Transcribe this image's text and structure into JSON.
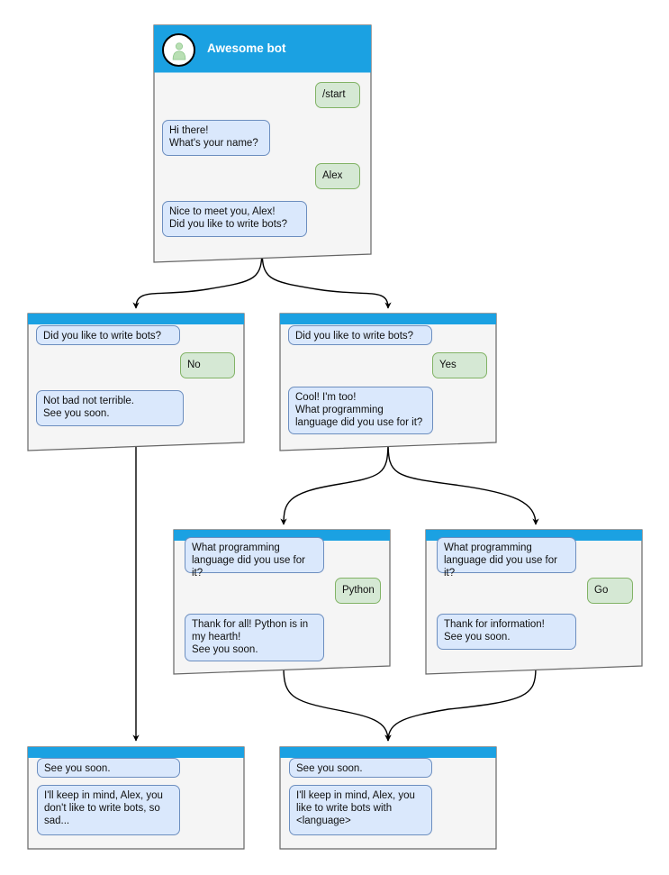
{
  "diagram": {
    "type": "bot-conversation-flowchart",
    "colors": {
      "titlebar": "#1ba1e2",
      "window_body": "#f5f5f5",
      "window_border": "#666666",
      "bot_bubble_fill": "#dae8fc",
      "bot_bubble_stroke": "#6c8ebf",
      "user_bubble_fill": "#d5e8d4",
      "user_bubble_stroke": "#82b366",
      "edge": "#000000",
      "avatar_person": "#b9dfb4"
    }
  },
  "nodes": {
    "start": {
      "id": "start",
      "title": "Awesome bot",
      "avatar_icon": "person-avatar-icon",
      "messages": [
        {
          "from": "user",
          "text": "/start"
        },
        {
          "from": "bot",
          "text": "Hi there!\nWhat's your name?"
        },
        {
          "from": "user",
          "text": "Alex"
        },
        {
          "from": "bot",
          "text": "Nice to meet you, Alex!\nDid you like to write bots?"
        }
      ]
    },
    "no_branch": {
      "id": "no_branch",
      "title": "",
      "messages": [
        {
          "from": "bot",
          "text": "Did you like to write bots?"
        },
        {
          "from": "user",
          "text": "No"
        },
        {
          "from": "bot",
          "text": "Not bad not terrible.\nSee you soon."
        }
      ]
    },
    "yes_branch": {
      "id": "yes_branch",
      "title": "",
      "messages": [
        {
          "from": "bot",
          "text": "Did you like to write bots?"
        },
        {
          "from": "user",
          "text": "Yes"
        },
        {
          "from": "bot",
          "text": "Cool! I'm too!\nWhat programming\nlanguage did you use for it?"
        }
      ]
    },
    "python_branch": {
      "id": "python_branch",
      "title": "",
      "messages": [
        {
          "from": "bot",
          "text": "What programming\nlanguage did you use for it?"
        },
        {
          "from": "user",
          "text": "Python"
        },
        {
          "from": "bot",
          "text": "Thank for all! Python is in\nmy hearth!\nSee you soon."
        }
      ]
    },
    "go_branch": {
      "id": "go_branch",
      "title": "",
      "messages": [
        {
          "from": "bot",
          "text": "What programming\nlanguage did you use for it?"
        },
        {
          "from": "user",
          "text": "Go"
        },
        {
          "from": "bot",
          "text": "Thank for information!\nSee you soon."
        }
      ]
    },
    "end_no": {
      "id": "end_no",
      "title": "",
      "messages": [
        {
          "from": "bot",
          "text": "See you soon."
        },
        {
          "from": "bot",
          "text": "I'll keep in mind, Alex, you\ndon't like to write bots, so\nsad..."
        }
      ]
    },
    "end_yes": {
      "id": "end_yes",
      "title": "",
      "messages": [
        {
          "from": "bot",
          "text": "See you soon."
        },
        {
          "from": "bot",
          "text": "I'll keep in mind, Alex, you\nlike to write bots with\n<language>"
        }
      ]
    }
  },
  "edges": [
    {
      "from": "start",
      "to": "no_branch"
    },
    {
      "from": "start",
      "to": "yes_branch"
    },
    {
      "from": "no_branch",
      "to": "end_no"
    },
    {
      "from": "yes_branch",
      "to": "python_branch"
    },
    {
      "from": "yes_branch",
      "to": "go_branch"
    },
    {
      "from": "python_branch",
      "to": "end_yes"
    },
    {
      "from": "go_branch",
      "to": "end_yes"
    }
  ]
}
